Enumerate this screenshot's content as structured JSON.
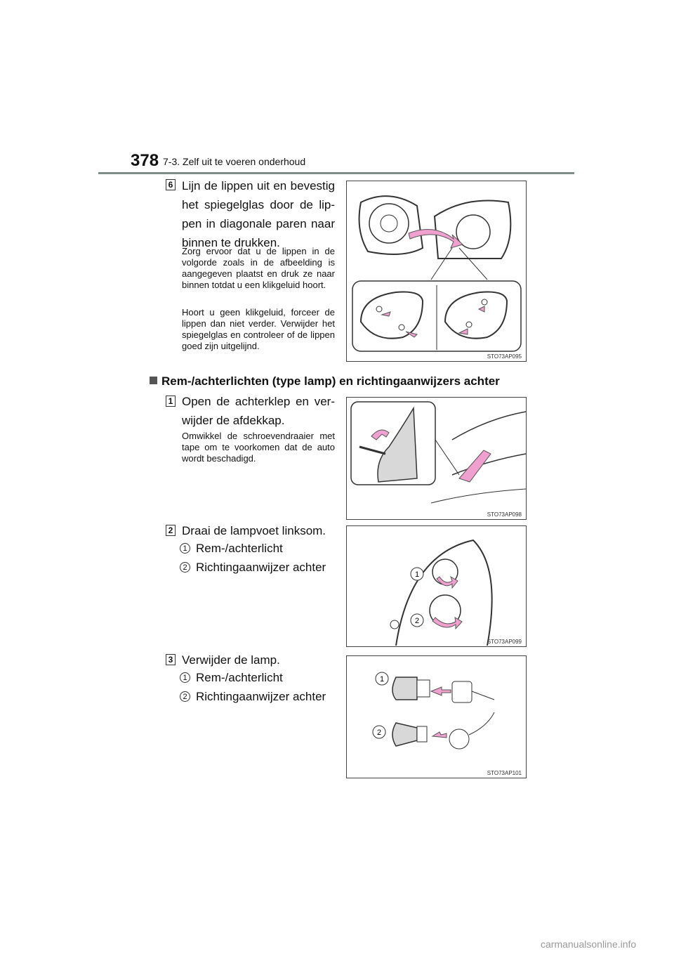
{
  "header": {
    "page_number": "378",
    "section": "7-3. Zelf uit te voeren onderhoud"
  },
  "step6": {
    "number": "6",
    "text": "Lijn de lippen uit en bevestig het spiegelglas door de lip­pen in diagonale paren naar binnen te drukken.",
    "note1": "Zorg ervoor dat u de lippen in de volgorde zoals in de afbeelding is aangegeven plaatst en druk ze naar binnen totdat u een klik­geluid hoort.",
    "note2": "Hoort u geen klikgeluid, forceer de lippen dan niet verder. Ver­wijder het spiegelglas en contro­leer of de lippen goed zijn uitgelijnd.",
    "figure_code": "STO73AP095"
  },
  "section_heading": "Rem-/achterlichten (type lamp) en richtingaanwijzers achter",
  "step1": {
    "number": "1",
    "text": "Open de achterklep en ver­wijder de afdekkap.",
    "note": "Omwikkel de schroevendraaier met tape om te voorkomen dat de auto wordt beschadigd.",
    "figure_code": "STO73AP098"
  },
  "step2": {
    "number": "2",
    "text": "Draai de lampvoet linksom.",
    "items": [
      {
        "num": "1",
        "label": "Rem-/achterlicht"
      },
      {
        "num": "2",
        "label": "Richtingaanwijzer achter"
      }
    ],
    "figure_code": "STO73AP099",
    "callouts": [
      "1",
      "2"
    ]
  },
  "step3": {
    "number": "3",
    "text": "Verwijder de lamp.",
    "items": [
      {
        "num": "1",
        "label": "Rem-/achterlicht"
      },
      {
        "num": "2",
        "label": "Richtingaanwijzer achter"
      }
    ],
    "figure_code": "STO73AP101",
    "callouts": [
      "1",
      "2"
    ]
  },
  "watermark": "carmanualsonline.info",
  "colors": {
    "arrow": "#f0a0cf",
    "header_rule": "#7d8e89"
  }
}
